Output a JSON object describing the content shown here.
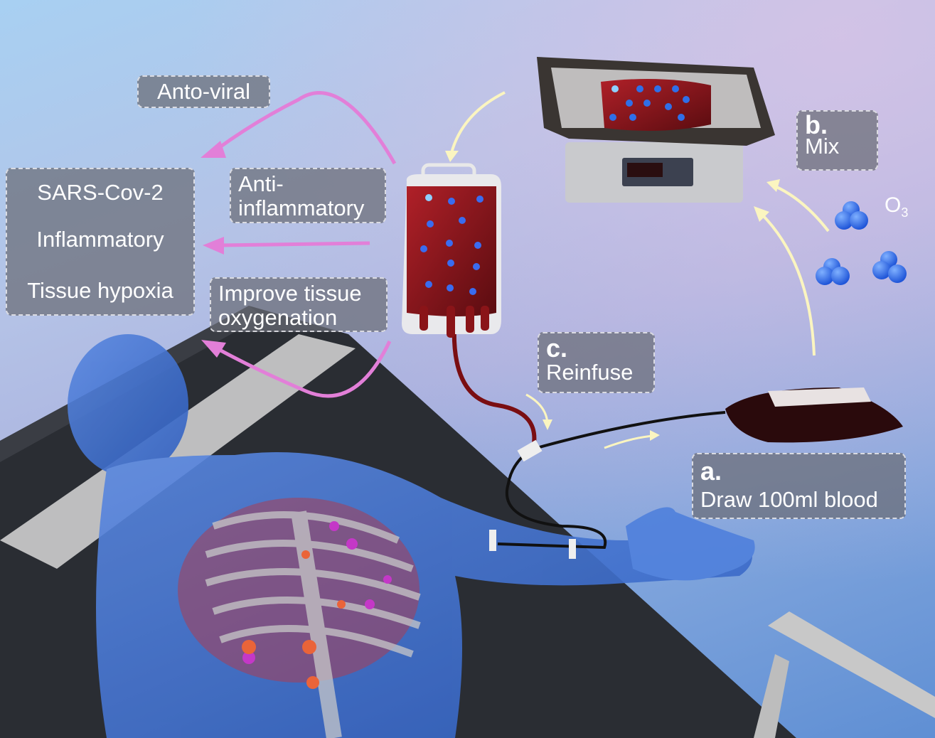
{
  "labels": {
    "antiviral": "Anto-viral",
    "conditions": [
      "SARS-Cov-2",
      "Inflammatory",
      "Tissue hypoxia"
    ],
    "anti_inflammatory": "Anti-\ninflammatory",
    "anti_inflammatory_lines": [
      "Anti-",
      "inflammatory"
    ],
    "improve_oxygenation_lines": [
      "Improve tissue",
      "oxygenation"
    ],
    "step_a": {
      "letter": "a.",
      "text": "Draw 100ml blood"
    },
    "step_b": {
      "letter": "b.",
      "text": "Mix"
    },
    "step_c": {
      "letter": "c.",
      "text": "Reinfuse"
    },
    "ozone": {
      "base": "O",
      "sub": "3"
    }
  },
  "colors": {
    "effect_arrows": "#e27fd8",
    "process_arrows": "#fbf5c0",
    "label_box": "#6c6f78",
    "blood": "#8a1418",
    "ozone_molecule": "#2f6fe8"
  }
}
